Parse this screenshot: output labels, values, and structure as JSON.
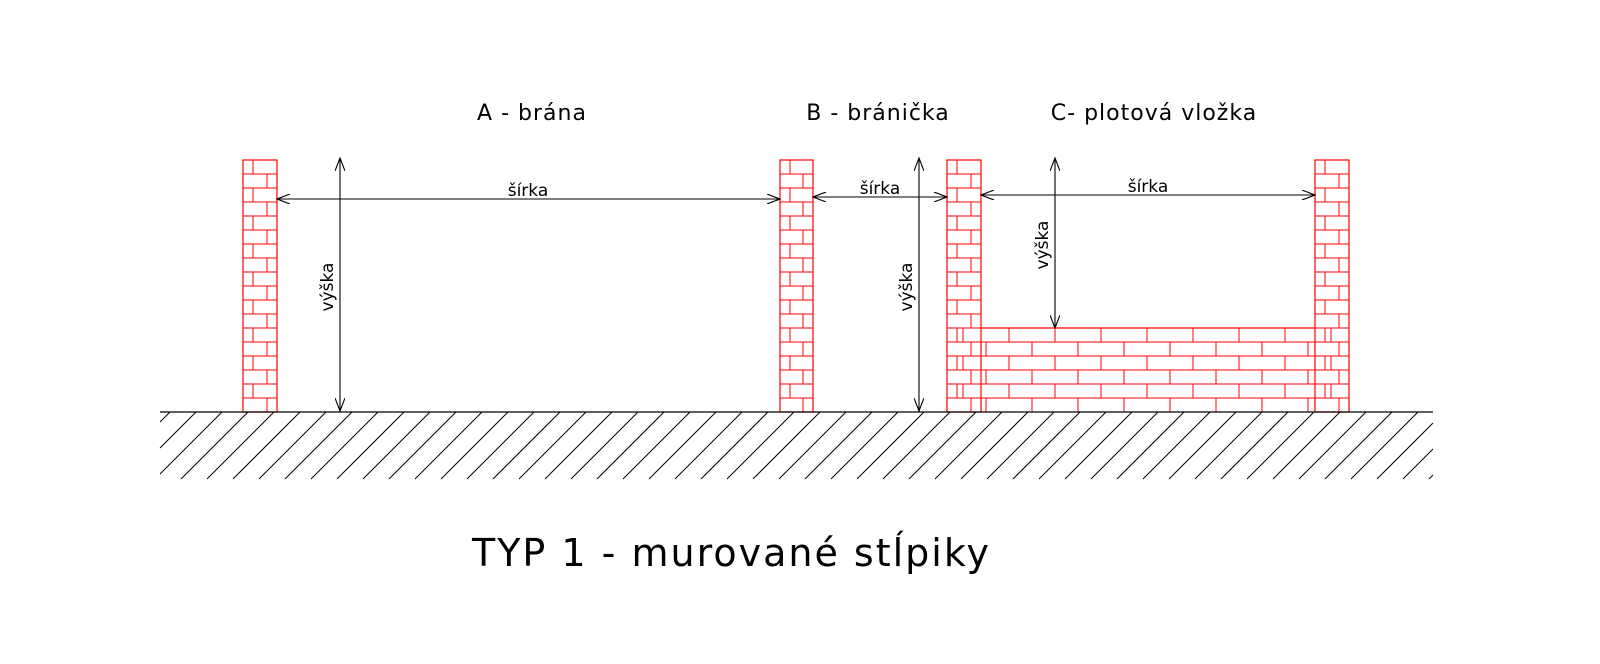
{
  "labels": {
    "a": "A - brána",
    "b": "B - bránička",
    "c": "C- plotová vložka"
  },
  "dimensions": {
    "width": "šírka",
    "height": "výška"
  },
  "title": "TYP 1 - murované stĺpiky",
  "colors": {
    "brick": "#ff0000",
    "line": "#000000",
    "background": "#ffffff"
  }
}
